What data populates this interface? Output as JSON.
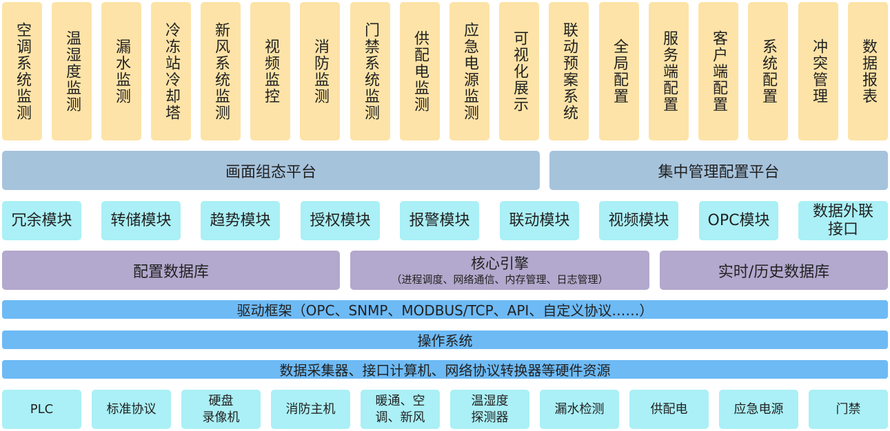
{
  "apps": [
    {
      "label": "空调系统监测"
    },
    {
      "label": "温湿度监测"
    },
    {
      "label": "漏水监测"
    },
    {
      "label": "冷冻站冷却塔"
    },
    {
      "label": "新风系统监测"
    },
    {
      "label": "视频监控"
    },
    {
      "label": "消防监测"
    },
    {
      "label": "门禁系统监测"
    },
    {
      "label": "供配电监测"
    },
    {
      "label": "应急电源监测"
    },
    {
      "label": "可视化展示"
    },
    {
      "label": "联动预案系统"
    },
    {
      "label": "全局配置"
    },
    {
      "label": "服务端配置"
    },
    {
      "label": "客户端配置"
    },
    {
      "label": "系统配置"
    },
    {
      "label": "冲突管理"
    },
    {
      "label": "数据报表"
    }
  ],
  "platforms": {
    "left": "画面组态平台",
    "right": "集中管理配置平台"
  },
  "modules": [
    {
      "label": "冗余模块"
    },
    {
      "label": "转储模块"
    },
    {
      "label": "趋势模块"
    },
    {
      "label": "授权模块"
    },
    {
      "label": "报警模块"
    },
    {
      "label": "联动模块"
    },
    {
      "label": "视频模块"
    },
    {
      "label": "OPC模块"
    },
    {
      "label": "数据外联\n接口"
    }
  ],
  "core_layer": {
    "config_db": "配置数据库",
    "engine_title": "核心引擎",
    "engine_sub": "（进程调度、网络通信、内存管理、日志管理）",
    "history_db": "实时/历史数据库"
  },
  "bars": {
    "driver": "驱动框架（OPC、SNMP、MODBUS/TCP、API、自定义协议……）",
    "os": "操作系统",
    "hardware": "数据采集器、接口计算机、网络协议转换器等硬件资源"
  },
  "devices": [
    {
      "label": "PLC"
    },
    {
      "label": "标准协议"
    },
    {
      "label": "硬盘\n录像机"
    },
    {
      "label": "消防主机"
    },
    {
      "label": "暖通、空\n调、新风"
    },
    {
      "label": "温湿度\n探测器"
    },
    {
      "label": "漏水检测"
    },
    {
      "label": "供配电"
    },
    {
      "label": "应急电源"
    },
    {
      "label": "门禁"
    }
  ]
}
